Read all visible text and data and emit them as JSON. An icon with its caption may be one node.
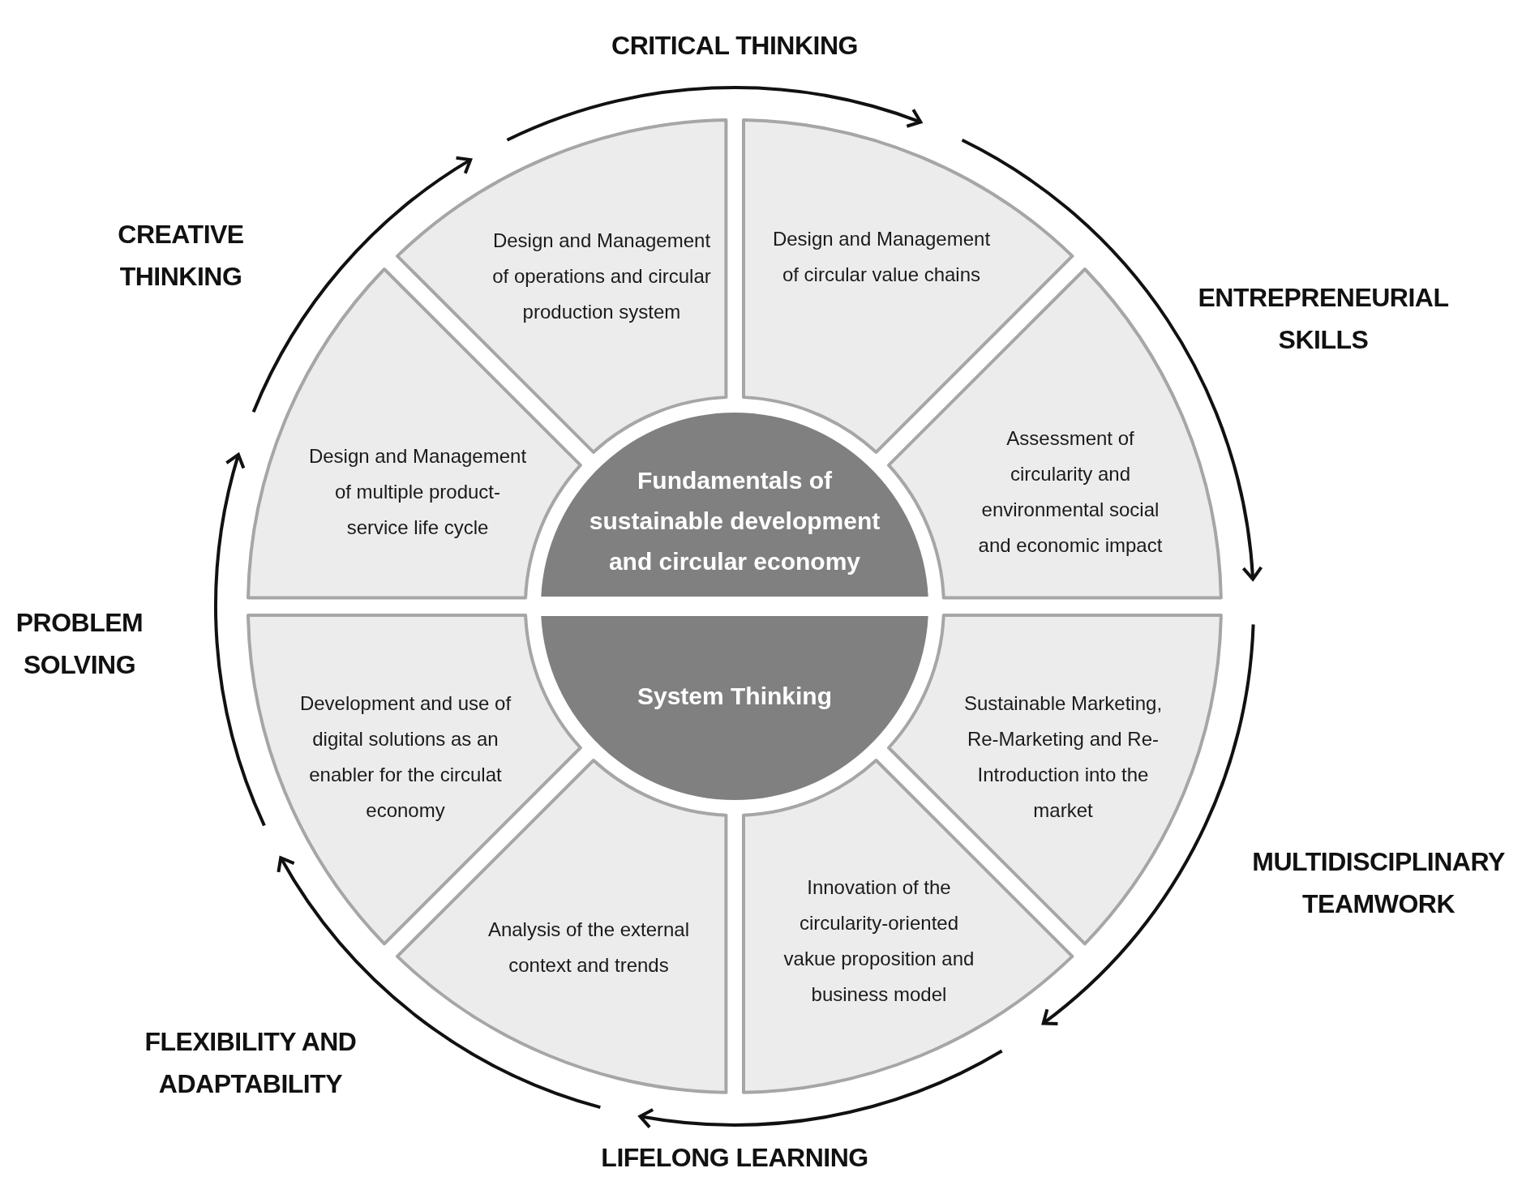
{
  "diagram": {
    "nodes": [
      {
        "text": [
          "Fundamentals of sustainable development and circular economy"
        ]
      },
      {
        "text": [
          "System Thinking"
        ]
      },
      {
        "text": [
          "Design and Management of operations and circular production system"
        ]
      },
      {
        "text": [
          "Design and Management of circular value chains"
        ]
      },
      {
        "text": [
          "Assessment of circularity and environmental social and economic impact"
        ]
      },
      {
        "text": [
          "Sustainable Marketing, Re-Marketing and Re-Introduction into the market"
        ]
      },
      {
        "text": [
          "Innovation of the circularity-oriented vakue proposition and business model"
        ]
      },
      {
        "text": [
          "Analysis of the external context and trends"
        ]
      },
      {
        "text": [
          "Development and use of digital solutions as an enabler for the circulat economy"
        ]
      },
      {
        "text": [
          "Design and Management of multiple product-service life cycle"
        ]
      }
    ],
    "labels": [
      "CRITICAL THINKING",
      "CREATIVE THINKING",
      "ENTREPRENEURIAL SKILLS",
      "PROBLEM SOLVING",
      "MULTIDISCIPLINARY TEAMWORK",
      "FLEXIBILITY AND ADAPTABILITY",
      "LIFELONG LEARNING"
    ]
  }
}
